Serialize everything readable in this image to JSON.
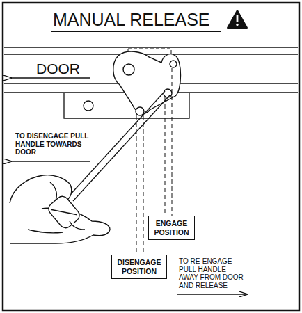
{
  "diagram": {
    "title": "MANUAL RELEASE",
    "nodes": [
      {
        "text": [
          "ENGAGE POSITION"
        ]
      },
      {
        "text": [
          "DISENGAGE POSITION"
        ]
      }
    ],
    "labels": [
      "DOOR",
      "TO DISENGAGE PULL HANDLE TOWARDS DOOR",
      "TO RE-ENGAGE PULL HANDLE AWAY FROM DOOR AND RELEASE"
    ]
  }
}
